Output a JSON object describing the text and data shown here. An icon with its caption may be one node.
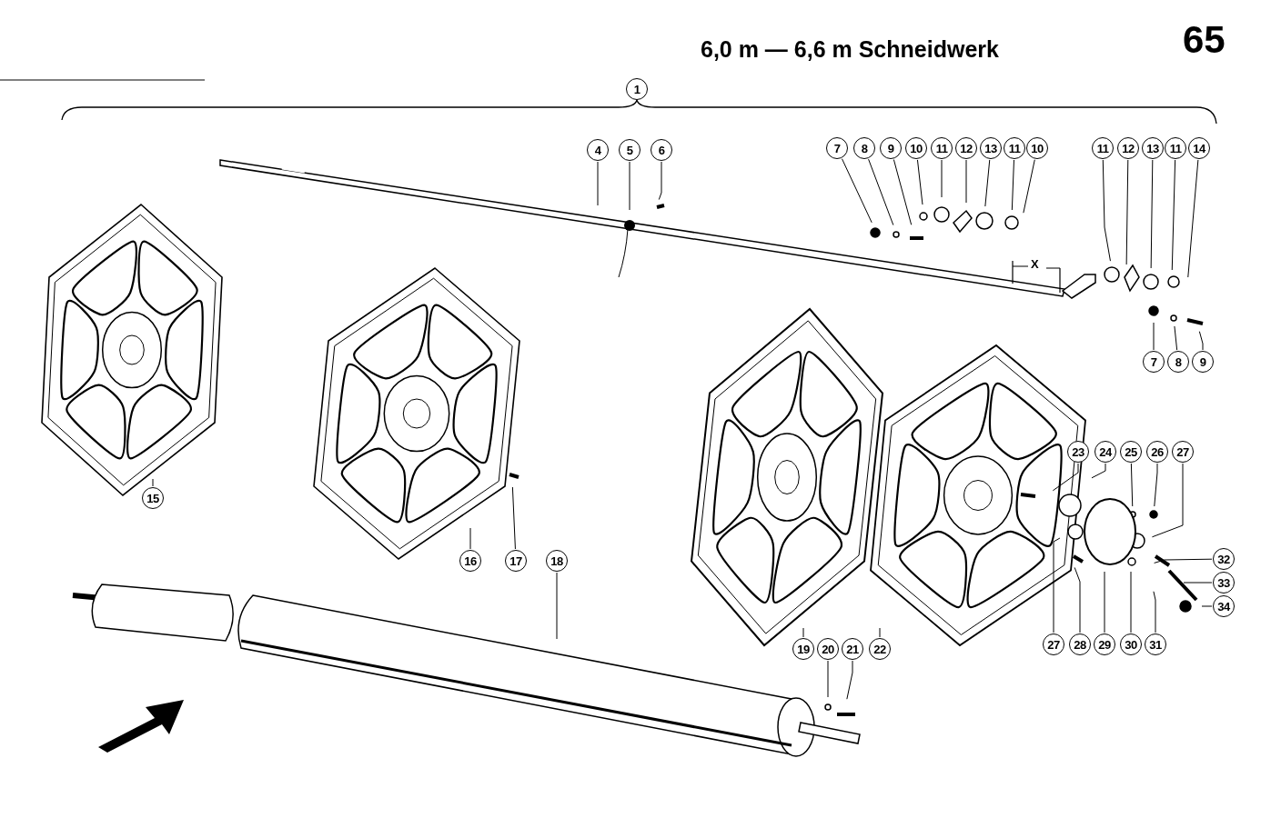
{
  "diagram": {
    "title": "6,0 m — 6,6 m Schneidwerk",
    "nodes": [
      {
        "text": [
          "1"
        ]
      },
      {
        "text": [
          "4"
        ]
      },
      {
        "text": [
          "5"
        ]
      },
      {
        "text": [
          "6"
        ]
      },
      {
        "text": [
          "7"
        ]
      },
      {
        "text": [
          "8"
        ]
      },
      {
        "text": [
          "9"
        ]
      },
      {
        "text": [
          "10"
        ]
      },
      {
        "text": [
          "11"
        ]
      },
      {
        "text": [
          "12"
        ]
      },
      {
        "text": [
          "13"
        ]
      },
      {
        "text": [
          "11"
        ]
      },
      {
        "text": [
          "10"
        ]
      },
      {
        "text": [
          "11"
        ]
      },
      {
        "text": [
          "12"
        ]
      },
      {
        "text": [
          "13"
        ]
      },
      {
        "text": [
          "11"
        ]
      },
      {
        "text": [
          "14"
        ]
      },
      {
        "text": [
          "7"
        ]
      },
      {
        "text": [
          "8"
        ]
      },
      {
        "text": [
          "9"
        ]
      },
      {
        "text": [
          "23"
        ]
      },
      {
        "text": [
          "24"
        ]
      },
      {
        "text": [
          "25"
        ]
      },
      {
        "text": [
          "26"
        ]
      },
      {
        "text": [
          "27"
        ]
      },
      {
        "text": [
          "15"
        ]
      },
      {
        "text": [
          "16"
        ]
      },
      {
        "text": [
          "17"
        ]
      },
      {
        "text": [
          "18"
        ]
      },
      {
        "text": [
          "32"
        ]
      },
      {
        "text": [
          "33"
        ]
      },
      {
        "text": [
          "34"
        ]
      },
      {
        "text": [
          "27"
        ]
      },
      {
        "text": [
          "28"
        ]
      },
      {
        "text": [
          "29"
        ]
      },
      {
        "text": [
          "30"
        ]
      },
      {
        "text": [
          "31"
        ]
      },
      {
        "text": [
          "19"
        ]
      },
      {
        "text": [
          "20"
        ]
      },
      {
        "text": [
          "21"
        ]
      },
      {
        "text": [
          "22"
        ]
      },
      {
        "text": [],
        "shape": "picture"
      },
      {
        "text": [],
        "shape": "picture"
      },
      {
        "text": [],
        "shape": "picture"
      },
      {
        "text": [],
        "shape": "picture"
      },
      {
        "text": [],
        "shape": "picture"
      },
      {
        "text": [],
        "shape": "picture"
      }
    ],
    "edges": [
      {
        "from": 1,
        "to": 46,
        "arrow": "none"
      },
      {
        "from": 2,
        "to": 46,
        "arrow": "none"
      },
      {
        "from": 3,
        "to": null,
        "arrow": "none"
      },
      {
        "from": 4,
        "to": null,
        "arrow": "none"
      },
      {
        "from": 5,
        "to": null,
        "arrow": "none"
      },
      {
        "from": 6,
        "to": null,
        "arrow": "none"
      },
      {
        "from": 7,
        "to": null,
        "arrow": "none"
      },
      {
        "from": 8,
        "to": null,
        "arrow": "none"
      },
      {
        "from": 9,
        "to": null,
        "arrow": "none"
      },
      {
        "from": 10,
        "to": null,
        "arrow": "none"
      },
      {
        "from": 11,
        "to": null,
        "arrow": "none"
      },
      {
        "from": 12,
        "to": null,
        "arrow": "none"
      },
      {
        "from": 13,
        "to": null,
        "arrow": "none"
      },
      {
        "from": 14,
        "to": null,
        "arrow": "none"
      },
      {
        "from": 15,
        "to": null,
        "arrow": "none"
      },
      {
        "from": 16,
        "to": null,
        "arrow": "none"
      },
      {
        "from": 17,
        "to": null,
        "arrow": "none"
      },
      {
        "from": 18,
        "to": null,
        "arrow": "none"
      },
      {
        "from": 19,
        "to": null,
        "arrow": "none"
      },
      {
        "from": 20,
        "to": null,
        "arrow": "none"
      },
      {
        "from": 21,
        "to": 45,
        "arrow": "none"
      },
      {
        "from": 22,
        "to": 45,
        "arrow": "none"
      },
      {
        "from": 23,
        "to": null,
        "arrow": "none"
      },
      {
        "from": 24,
        "to": null,
        "arrow": "none"
      },
      {
        "from": 25,
        "to": null,
        "arrow": "none"
      },
      {
        "from": 26,
        "to": 42,
        "arrow": "none"
      },
      {
        "from": 27,
        "to": 43,
        "arrow": "none"
      },
      {
        "from": 28,
        "to": 43,
        "arrow": "none"
      },
      {
        "from": 29,
        "to": 47,
        "arrow": "none"
      },
      {
        "from": 30,
        "to": null,
        "arrow": "none"
      },
      {
        "from": 31,
        "to": null,
        "arrow": "none"
      },
      {
        "from": 32,
        "to": null,
        "arrow": "none"
      },
      {
        "from": 33,
        "to": 45,
        "arrow": "none"
      },
      {
        "from": 34,
        "to": 45,
        "arrow": "none"
      },
      {
        "from": 35,
        "to": null,
        "arrow": "none"
      },
      {
        "from": 36,
        "to": null,
        "arrow": "none"
      },
      {
        "from": 37,
        "to": null,
        "arrow": "none"
      },
      {
        "from": 38,
        "to": 44,
        "arrow": "none"
      },
      {
        "from": 39,
        "to": 47,
        "arrow": "none"
      },
      {
        "from": 40,
        "to": null,
        "arrow": "none"
      },
      {
        "from": 41,
        "to": 45,
        "arrow": "none"
      }
    ],
    "labels": [
      "65",
      "X"
    ]
  }
}
